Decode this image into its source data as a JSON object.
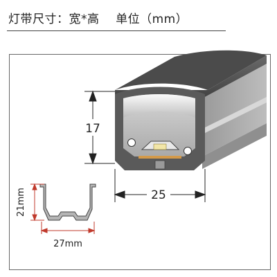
{
  "title": "灯带尺寸：宽*高    单位（mm）",
  "main_view": {
    "height_label": "17",
    "width_label": "25"
  },
  "small_view": {
    "height_label": "21mm",
    "width_label": "27mm"
  },
  "colors": {
    "profile_dark": "#5a5a5a",
    "profile_mid": "#8a8a8a",
    "profile_light": "#c9c9c9",
    "small_dim_line": "#c0392b",
    "led_chip": "#f2e6a8",
    "pcb": "#d49a4a"
  }
}
